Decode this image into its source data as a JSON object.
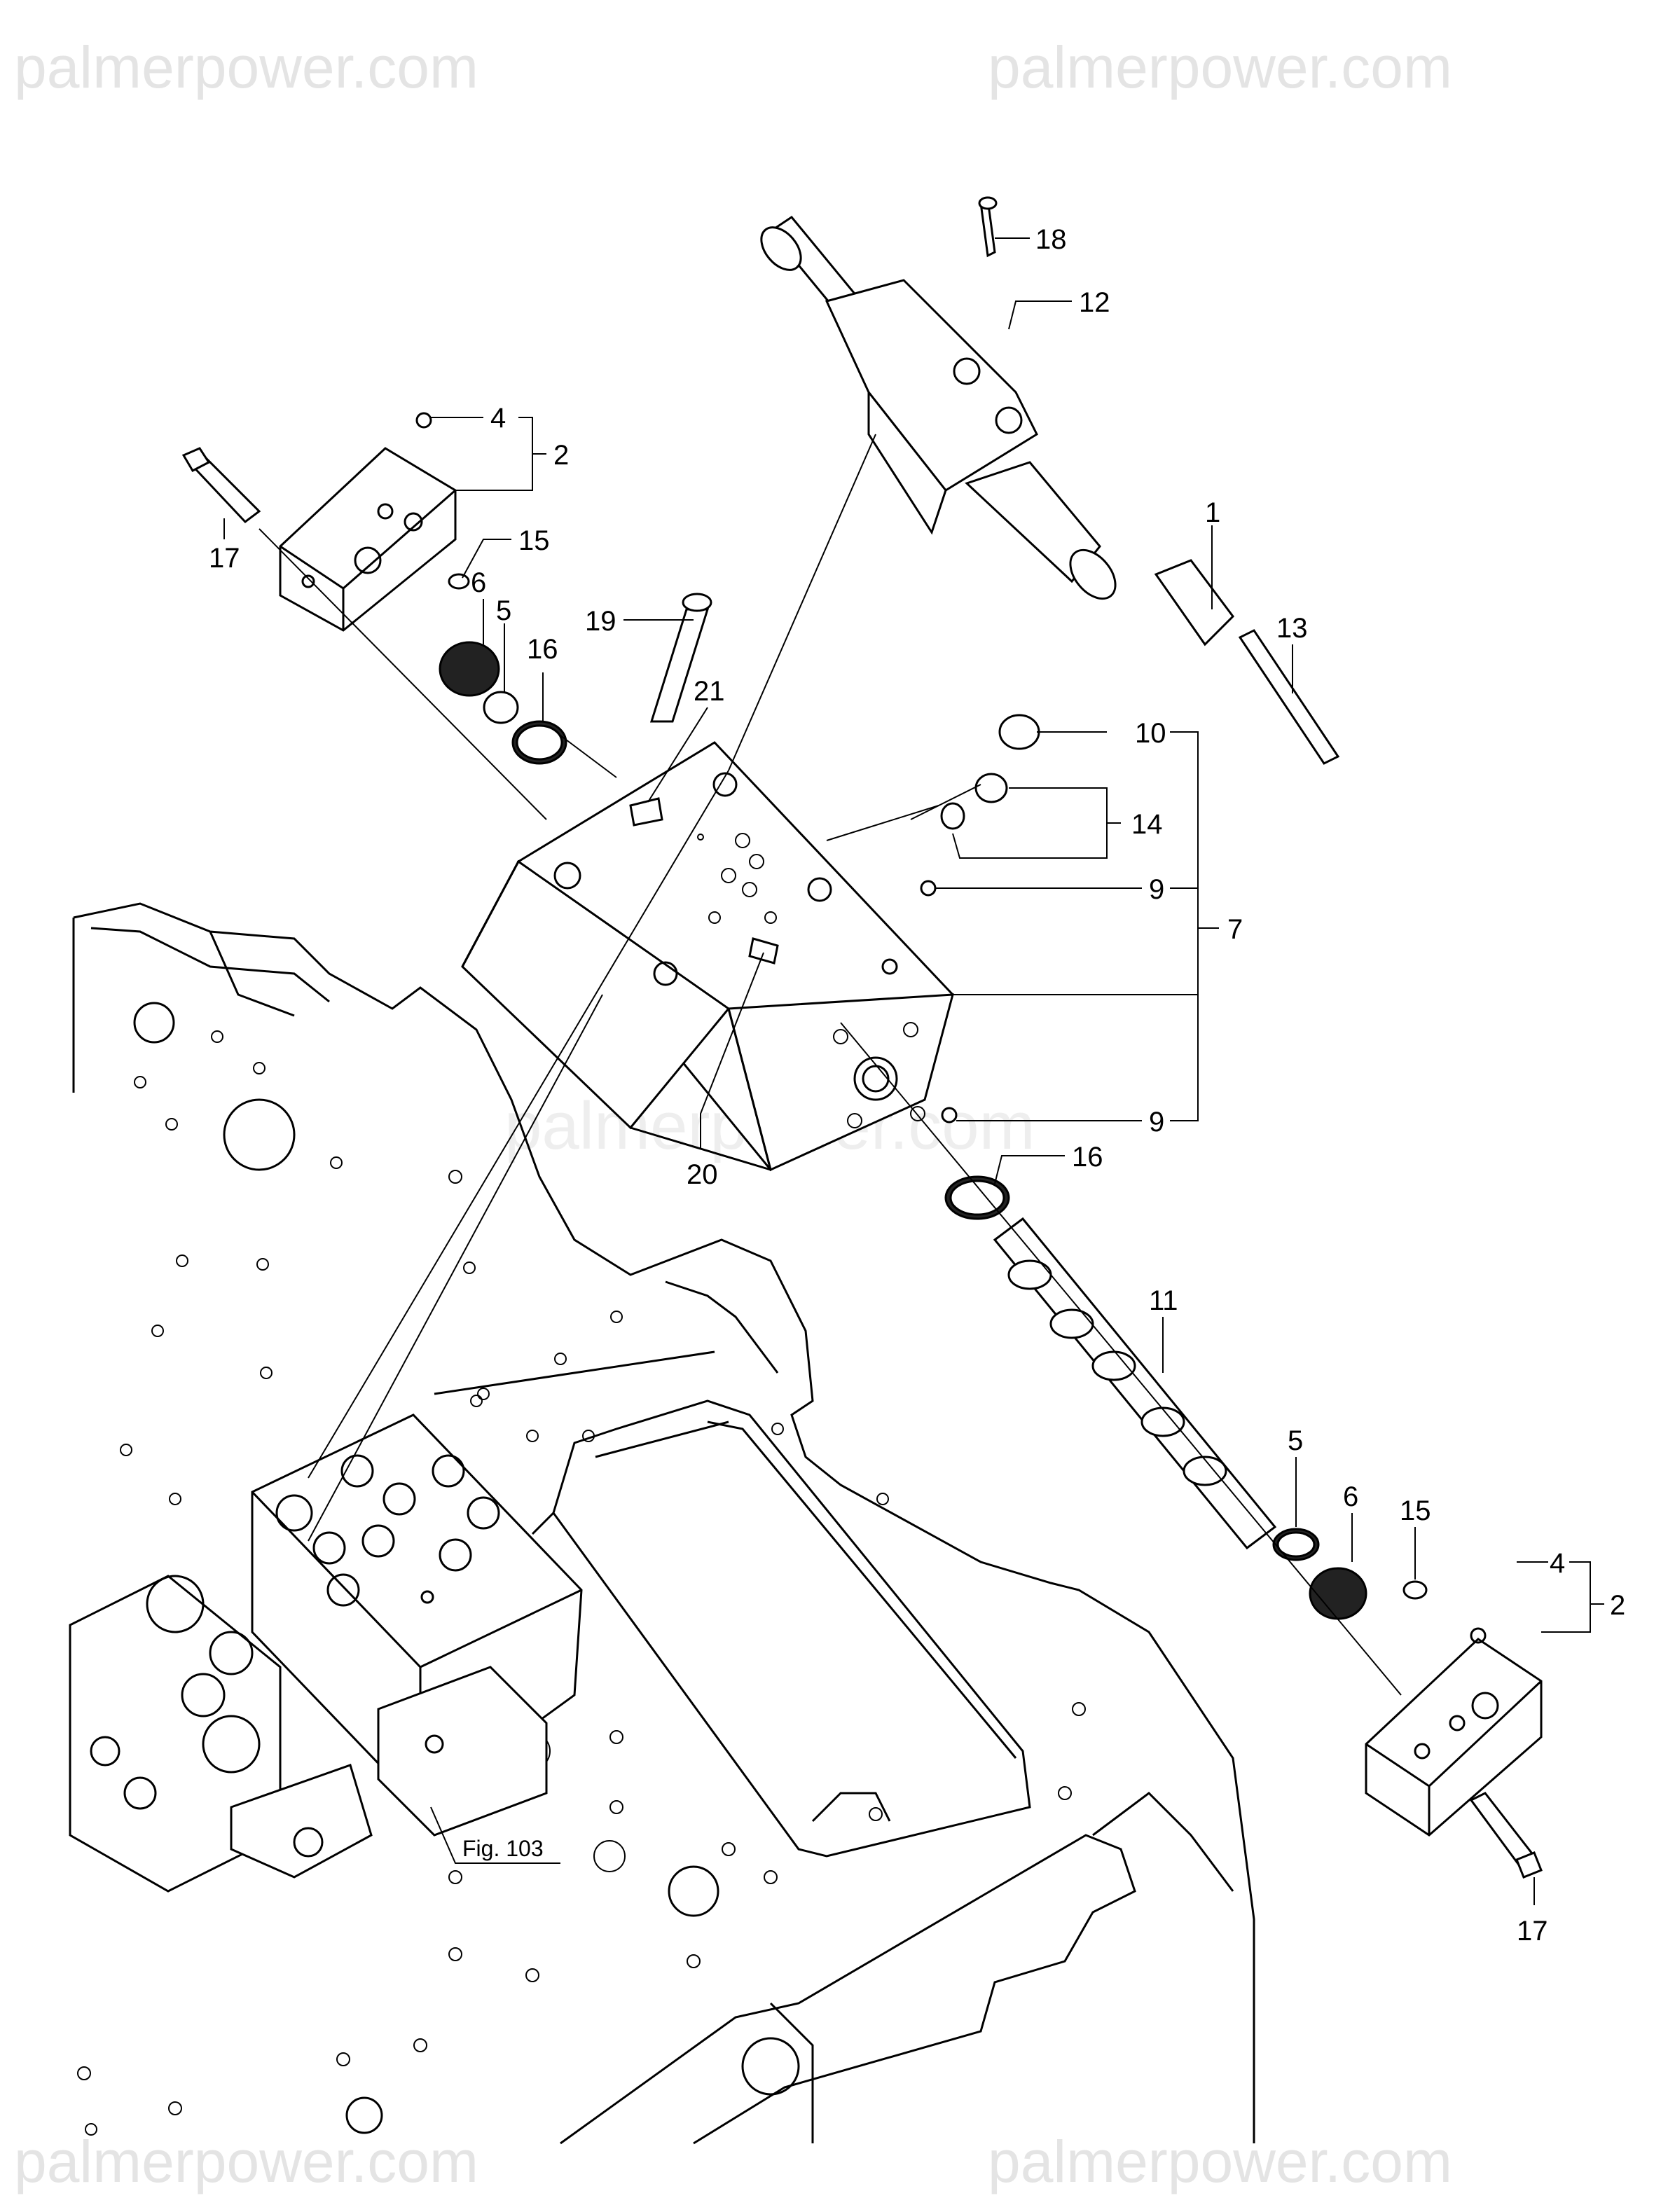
{
  "watermarks": {
    "top_left": "palmerpower.com",
    "top_right": "palmerpower.com",
    "center": "palmerpower.com",
    "bottom_left": "palmerpower.com",
    "bottom_right": "palmerpower.com"
  },
  "figure_reference": "Fig. 103",
  "callouts": {
    "c1": "1",
    "c2a": "2",
    "c2b": "2",
    "c4a": "4",
    "c4b": "4",
    "c5a": "5",
    "c5b": "5",
    "c6a": "6",
    "c6b": "6",
    "c7": "7",
    "c9a": "9",
    "c9b": "9",
    "c10": "10",
    "c11": "11",
    "c12": "12",
    "c13": "13",
    "c14": "14",
    "c15a": "15",
    "c15b": "15",
    "c16a": "16",
    "c16b": "16",
    "c17a": "17",
    "c17b": "17",
    "c18": "18",
    "c19": "19",
    "c20": "20",
    "c21": "21"
  }
}
